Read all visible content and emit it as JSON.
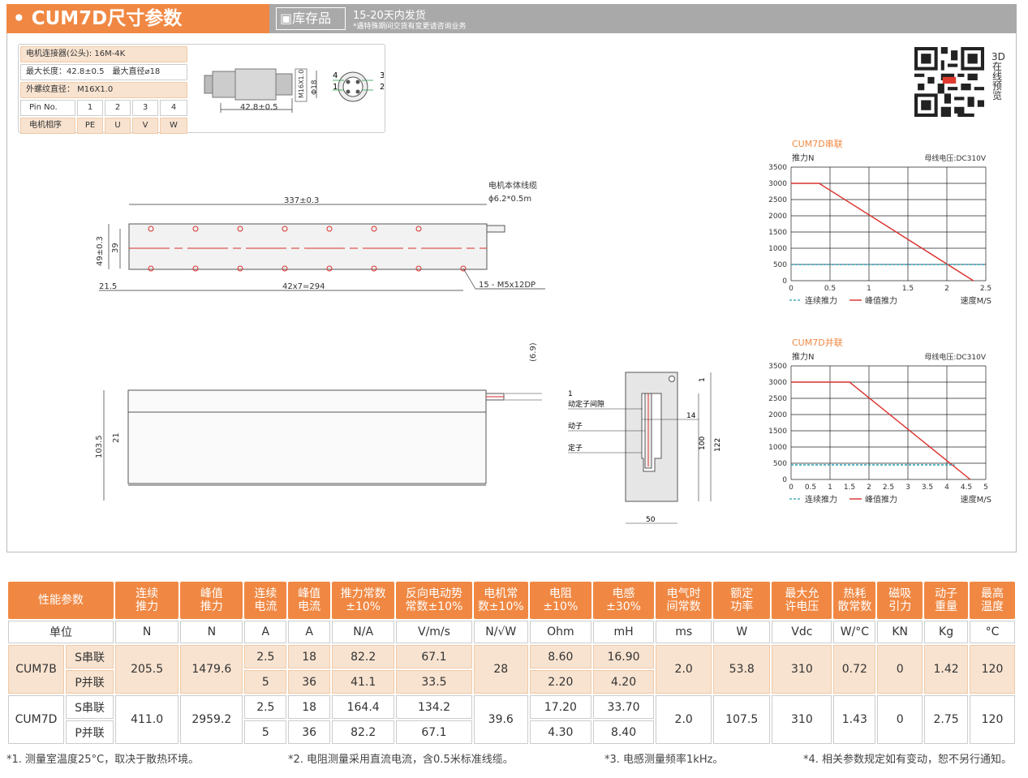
{
  "header": {
    "title": "• CUM7D尺寸参数",
    "stock": "库存品",
    "ship_line1": "15-20天内发货",
    "ship_line2": "*遇特殊期间交货有变更请咨询业务"
  },
  "spec": {
    "connector": "电机连接器(公头): 16M-4K",
    "length": "最大长度：42.8±0.5　最大直径⌀18",
    "thread": "外螺纹直径： M16X1.0",
    "pin_label": "Pin No.",
    "pins": [
      "1",
      "2",
      "3",
      "4"
    ],
    "phase_label": "电机相序",
    "phases": [
      "PE",
      "U",
      "V",
      "W"
    ],
    "conn_len": "42.8±0.5",
    "conn_thread": "M16X1.0",
    "conn_dia": "Φ18",
    "pin_nums": [
      "4",
      "3",
      "1",
      "2"
    ]
  },
  "qr": {
    "label": "3D在线预览"
  },
  "drawing": {
    "length_total": "337±0.3",
    "cable_title": "电机本体线缆",
    "cable_spec": "ϕ6.2*0.5m",
    "h49": "49±0.3",
    "h39": "39",
    "left_off": "21.5",
    "pitch": "42x7=294",
    "holes": "15 - M5x12DP",
    "side_h": "103.5",
    "side_21": "21",
    "side_69": "(6.9)",
    "sec_gap_num": "1",
    "sec_gap": "动定子间隙",
    "sec_mover": "动子",
    "sec_stator": "定子",
    "sec_14": "14",
    "sec_1": "1",
    "sec_100": "100",
    "sec_122": "122",
    "sec_50": "50"
  },
  "chart_data": [
    {
      "type": "line",
      "title": "CUM7D串联",
      "ylabel": "推力N",
      "xlabel": "速度M/S",
      "note": "母线电压:DC310V",
      "ylim": [
        0,
        3500
      ],
      "xlim": [
        0,
        2.5
      ],
      "yticks": [
        "3500",
        "3000",
        "2500",
        "2000",
        "1500",
        "1000",
        "500",
        "0"
      ],
      "xticks": [
        "0",
        "0.5",
        "1",
        "1.5",
        "2",
        "2.5"
      ],
      "series": [
        {
          "name": "峰值推力",
          "color": "#d9302c",
          "points": [
            [
              0,
              3000
            ],
            [
              0.36,
              3000
            ],
            [
              2.34,
              0
            ]
          ]
        },
        {
          "name": "连续推力",
          "color": "#2a9fb4",
          "points": [
            [
              0,
              500
            ],
            [
              2.5,
              500
            ]
          ]
        }
      ],
      "legend": [
        "连续推力",
        "峰值推力"
      ]
    },
    {
      "type": "line",
      "title": "CUM7D并联",
      "ylabel": "推力N",
      "xlabel": "速度M/S",
      "note": "母线电压:DC310V",
      "ylim": [
        0,
        3500
      ],
      "xlim": [
        0,
        5
      ],
      "yticks": [
        "3500",
        "3000",
        "2500",
        "2000",
        "1500",
        "1000",
        "500",
        "0"
      ],
      "xticks": [
        "0",
        "0.5",
        "1",
        "1.5",
        "2",
        "2.5",
        "3",
        "3.5",
        "4",
        "4.5",
        "5"
      ],
      "series": [
        {
          "name": "峰值推力",
          "color": "#d9302c",
          "points": [
            [
              0,
              3000
            ],
            [
              1.5,
              3000
            ],
            [
              4.6,
              0
            ]
          ]
        },
        {
          "name": "连续推力",
          "color": "#2a9fb4",
          "points": [
            [
              0,
              450
            ],
            [
              4.2,
              450
            ]
          ]
        }
      ],
      "legend": [
        "连续推力",
        "峰值推力"
      ]
    }
  ],
  "table": {
    "headers": [
      "性能参数",
      "连续\n推力",
      "峰值\n推力",
      "连续\n电流",
      "峰值\n电流",
      "推力常数\n±10%",
      "反向电动势\n常数±10%",
      "电机常\n数±10%",
      "电阻\n±10%",
      "电感\n±30%",
      "电气时\n间常数",
      "额定\n功率",
      "最大允\n许电压",
      "热耗\n散常数",
      "磁吸\n引力",
      "动子\n重量",
      "最高\n温度"
    ],
    "unit_label": "单位",
    "units": [
      "N",
      "N",
      "A",
      "A",
      "N/A",
      "V/m/s",
      "N/√W",
      "Ohm",
      "mH",
      "ms",
      "W",
      "Vdc",
      "W/°C",
      "KN",
      "Kg",
      "°C"
    ],
    "rows": [
      {
        "model": "CUM7B",
        "s": "S串联",
        "p": "P并联",
        "cf": "205.5",
        "pf": "1479.6",
        "ci_s": "2.5",
        "ci_p": "5",
        "pi_s": "18",
        "pi_p": "36",
        "kf_s": "82.2",
        "kf_p": "41.1",
        "ke_s": "67.1",
        "ke_p": "33.5",
        "km": "28",
        "r_s": "8.60",
        "r_p": "2.20",
        "l_s": "16.90",
        "l_p": "4.20",
        "te": "2.0",
        "pw": "53.8",
        "v": "310",
        "th": "0.72",
        "mg": "0",
        "wt": "1.42",
        "tmax": "120"
      },
      {
        "model": "CUM7D",
        "s": "S串联",
        "p": "P并联",
        "cf": "411.0",
        "pf": "2959.2",
        "ci_s": "2.5",
        "ci_p": "5",
        "pi_s": "18",
        "pi_p": "36",
        "kf_s": "164.4",
        "kf_p": "82.2",
        "ke_s": "134.2",
        "ke_p": "67.1",
        "km": "39.6",
        "r_s": "17.20",
        "r_p": "4.30",
        "l_s": "33.70",
        "l_p": "8.40",
        "te": "2.0",
        "pw": "107.5",
        "v": "310",
        "th": "1.43",
        "mg": "0",
        "wt": "2.75",
        "tmax": "120"
      }
    ]
  },
  "footnotes": [
    "*1. 测量室温度25°C，取决于散热环境。",
    "*2. 电阻测量采用直流电流，含0.5米标准线缆。",
    "*3. 电感测量频率1kHz。",
    "*4. 相关参数规定如有变动，恕不另行通知。"
  ]
}
